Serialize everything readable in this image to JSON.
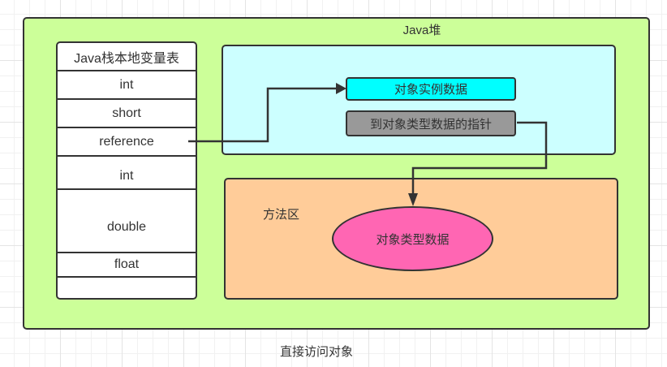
{
  "diagram": {
    "heap": {
      "label": "Java堆",
      "color": "#ccff99"
    },
    "stack": {
      "title": "Java栈本地变量表",
      "rows": [
        "int",
        "short",
        "reference",
        "int",
        "double",
        "float",
        ""
      ]
    },
    "instance_area": {
      "color": "#ccffff",
      "instance_data": {
        "label": "对象实例数据",
        "color": "#00ffff"
      },
      "type_pointer": {
        "label": "到对象类型数据的指针",
        "color": "#999999"
      }
    },
    "method_area": {
      "label": "方法区",
      "color": "#ffcc99",
      "type_data": {
        "label": "对象类型数据",
        "color": "#ff66b3"
      }
    },
    "edges": [
      {
        "from": "reference",
        "to": "对象实例数据"
      },
      {
        "from": "到对象类型数据的指针",
        "to": "对象类型数据"
      }
    ],
    "caption": "直接访问对象"
  }
}
